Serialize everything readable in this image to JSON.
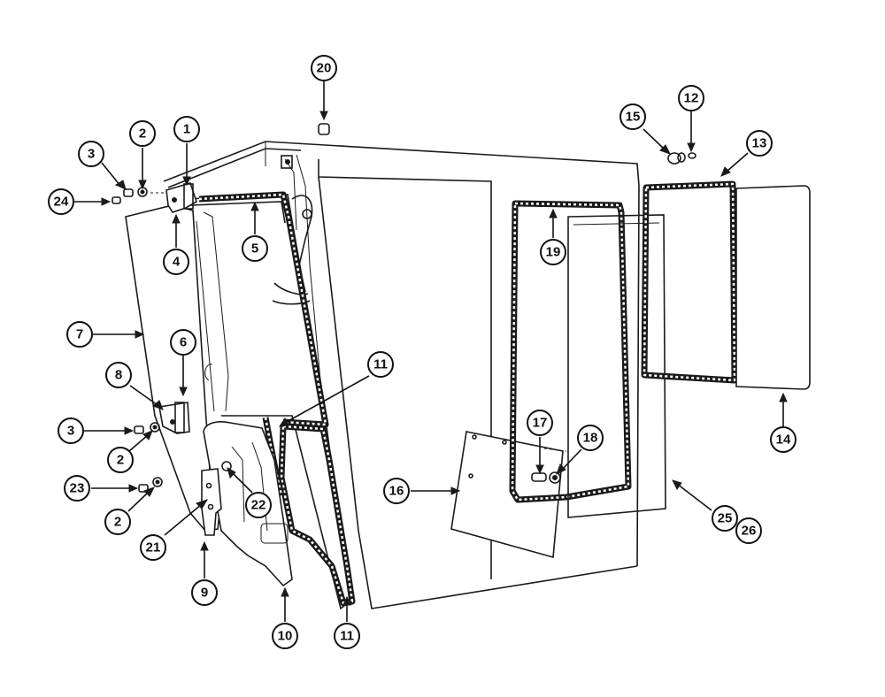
{
  "callouts": [
    {
      "id": "c1",
      "label": "1"
    },
    {
      "id": "c2a",
      "label": "2"
    },
    {
      "id": "c2b",
      "label": "2"
    },
    {
      "id": "c2c",
      "label": "2"
    },
    {
      "id": "c3a",
      "label": "3"
    },
    {
      "id": "c3b",
      "label": "3"
    },
    {
      "id": "c4",
      "label": "4"
    },
    {
      "id": "c5",
      "label": "5"
    },
    {
      "id": "c6",
      "label": "6"
    },
    {
      "id": "c7",
      "label": "7"
    },
    {
      "id": "c8",
      "label": "8"
    },
    {
      "id": "c9",
      "label": "9"
    },
    {
      "id": "c10",
      "label": "10"
    },
    {
      "id": "c11a",
      "label": "11"
    },
    {
      "id": "c11b",
      "label": "11"
    },
    {
      "id": "c12",
      "label": "12"
    },
    {
      "id": "c13",
      "label": "13"
    },
    {
      "id": "c14",
      "label": "14"
    },
    {
      "id": "c15",
      "label": "15"
    },
    {
      "id": "c16",
      "label": "16"
    },
    {
      "id": "c17",
      "label": "17"
    },
    {
      "id": "c18",
      "label": "18"
    },
    {
      "id": "c19",
      "label": "19"
    },
    {
      "id": "c20",
      "label": "20"
    },
    {
      "id": "c21",
      "label": "21"
    },
    {
      "id": "c22",
      "label": "22"
    },
    {
      "id": "c23",
      "label": "23"
    },
    {
      "id": "c24",
      "label": "24"
    },
    {
      "id": "c25",
      "label": "25"
    },
    {
      "id": "c26",
      "label": "26"
    }
  ]
}
